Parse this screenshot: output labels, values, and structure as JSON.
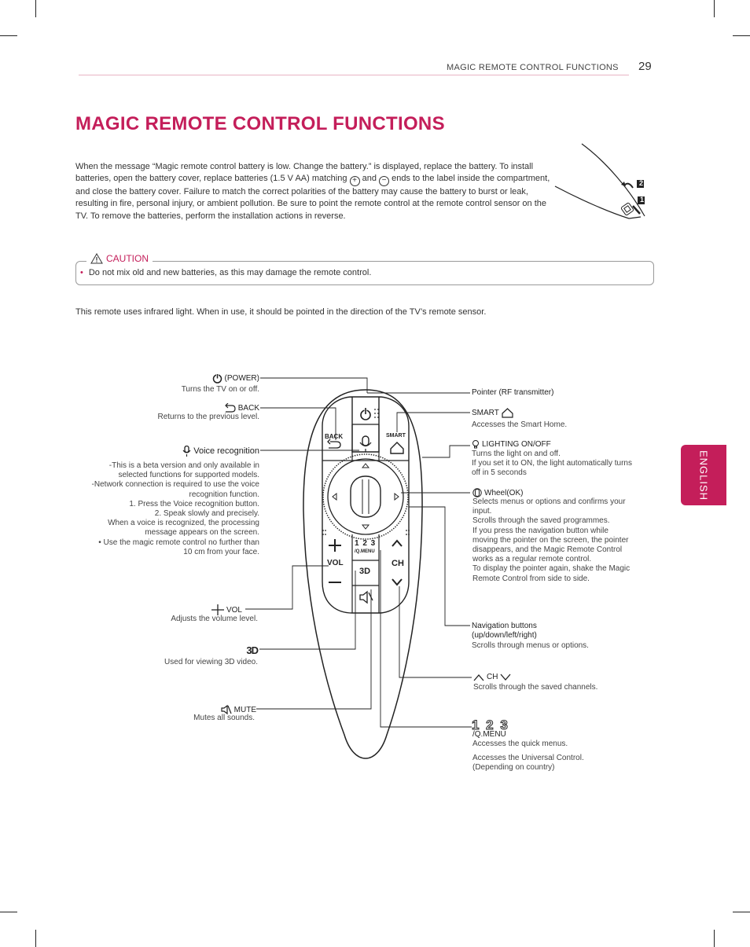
{
  "header": {
    "section": "MAGIC REMOTE CONTROL FUNCTIONS",
    "page_number": "29"
  },
  "title": "MAGIC REMOTE CONTROL FUNCTIONS",
  "intro": {
    "part1": "When the message “Magic remote control battery is low. Change the battery.” is displayed, replace the battery. To install batteries, open the battery cover, replace batteries (1.5 V AA) matching",
    "plus_symbol": "+",
    "and": "and",
    "minus_symbol": "−",
    "part2": "ends to the label inside the compartment, and close the battery cover. Failure to match the correct polarities of the battery may cause the battery to burst or leak, resulting in fire, personal injury, or ambient pollution. Be sure to point the remote control at the remote control sensor on the TV. To remove the batteries, perform the installation actions in reverse."
  },
  "battery_steps": [
    "2",
    "1"
  ],
  "caution": {
    "heading": "CAUTION",
    "items": [
      "Do not mix old and new batteries, as this may damage the remote control."
    ]
  },
  "ir_note": "This remote uses infrared light. When in use, it should be pointed in the direction of the TV’s remote sensor.",
  "side_tab": "ENGLISH",
  "remote": {
    "back": "BACK",
    "smart": "SMART",
    "vol": "VOL",
    "ch": "CH",
    "digits": "1 2 3",
    "qmenu": "/Q.MENU",
    "three_d": "3D"
  },
  "left_labels": {
    "power": {
      "name": "(POWER)",
      "desc": "Turns the TV on or off."
    },
    "back": {
      "name": "BACK",
      "desc": "Returns to the previous level."
    },
    "voice": {
      "name": "Voice recognition",
      "lines": [
        "-This is a beta version and only available in",
        "selected functions for supported models.",
        "-Network connection is required to use the voice",
        "recognition function.",
        "1. Press the Voice recognition button.",
        "2. Speak slowly and precisely.",
        "When a voice is recognized, the processing",
        "message appears on the screen.",
        "• Use the magic remote control no further than",
        "10 cm from your face."
      ]
    },
    "vol": {
      "name": "VOL",
      "desc": "Adjusts the volume level."
    },
    "three_d": {
      "name": "3D",
      "desc": "Used for viewing 3D video."
    },
    "mute": {
      "name": "MUTE",
      "desc": "Mutes all sounds."
    }
  },
  "right_labels": {
    "pointer": {
      "name": "Pointer (RF transmitter)"
    },
    "smart": {
      "name": "SMART",
      "desc": "Accesses the Smart Home."
    },
    "lighting": {
      "name": "LIGHTING ON/OFF",
      "lines": [
        "Turns the light on and off.",
        "If you set it to ON, the light automatically turns",
        "off in 5 seconds"
      ]
    },
    "wheel": {
      "name": "Wheel(OK)",
      "lines": [
        "Selects menus or options and confirms your",
        "input.",
        "Scrolls through the saved programmes.",
        "If you press the navigation button while",
        "moving the pointer on the screen, the pointer",
        "disappears, and the Magic Remote Control",
        "works as a regular remote control.",
        "To display the pointer again, shake the Magic",
        "Remote Control from side to side."
      ]
    },
    "navigation": {
      "name_line1": "Navigation buttons",
      "name_line2": "(up/down/left/right)",
      "desc": "Scrolls through menus or options."
    },
    "ch": {
      "name": "CH",
      "desc": "Scrolls through the saved channels."
    },
    "qmenu": {
      "digits": "1 2 3",
      "name": "/Q.MENU",
      "desc": "Accesses the quick menus.",
      "extra1": "Accesses the Universal Control.",
      "extra2": "(Depending on country)"
    }
  }
}
